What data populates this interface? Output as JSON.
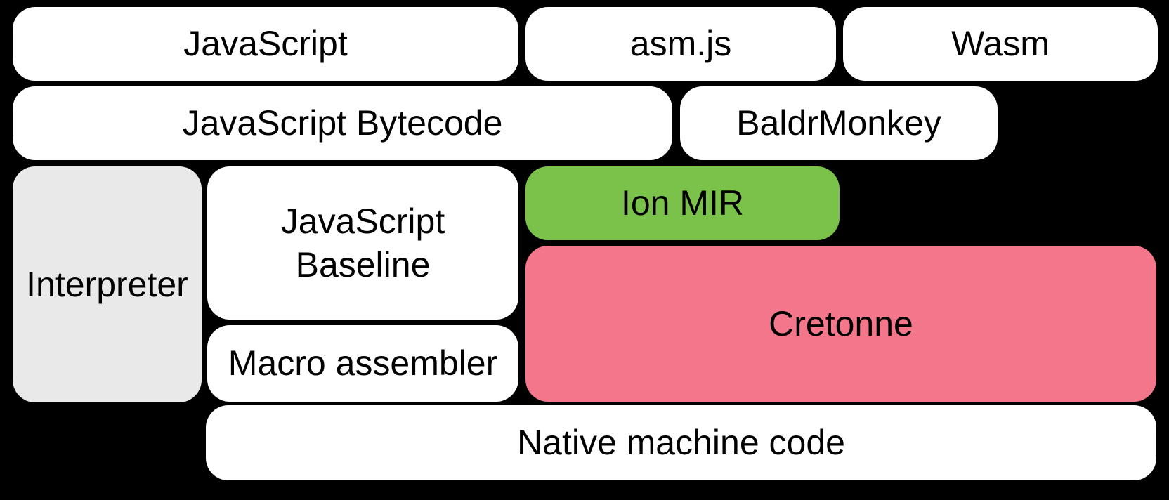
{
  "diagram": {
    "background_color": "#000000",
    "text_color": "#000000",
    "colors": {
      "white_box": "#ffffff",
      "gray_box": "#e9e9e9",
      "green_box": "#7bc24a",
      "pink_box": "#f3768b"
    },
    "boxes": [
      {
        "id": "javascript",
        "label": "JavaScript",
        "bg": "#ffffff"
      },
      {
        "id": "asm-js",
        "label": "asm.js",
        "bg": "#ffffff"
      },
      {
        "id": "wasm",
        "label": "Wasm",
        "bg": "#ffffff"
      },
      {
        "id": "javascript-bytecode",
        "label": "JavaScript Bytecode",
        "bg": "#ffffff"
      },
      {
        "id": "baldrmonkey",
        "label": "BaldrMonkey",
        "bg": "#ffffff"
      },
      {
        "id": "interpreter",
        "label": "Interpreter",
        "bg": "#e9e9e9"
      },
      {
        "id": "javascript-baseline",
        "label": "JavaScript Baseline",
        "lines": [
          "JavaScript",
          "Baseline"
        ],
        "bg": "#ffffff"
      },
      {
        "id": "ion-mir",
        "label": "Ion MIR",
        "bg": "#7bc24a"
      },
      {
        "id": "cretonne",
        "label": "Cretonne",
        "bg": "#f3768b"
      },
      {
        "id": "macro-assembler",
        "label": "Macro assembler",
        "bg": "#ffffff"
      },
      {
        "id": "native-machine-code",
        "label": "Native machine code",
        "bg": "#ffffff"
      }
    ]
  }
}
